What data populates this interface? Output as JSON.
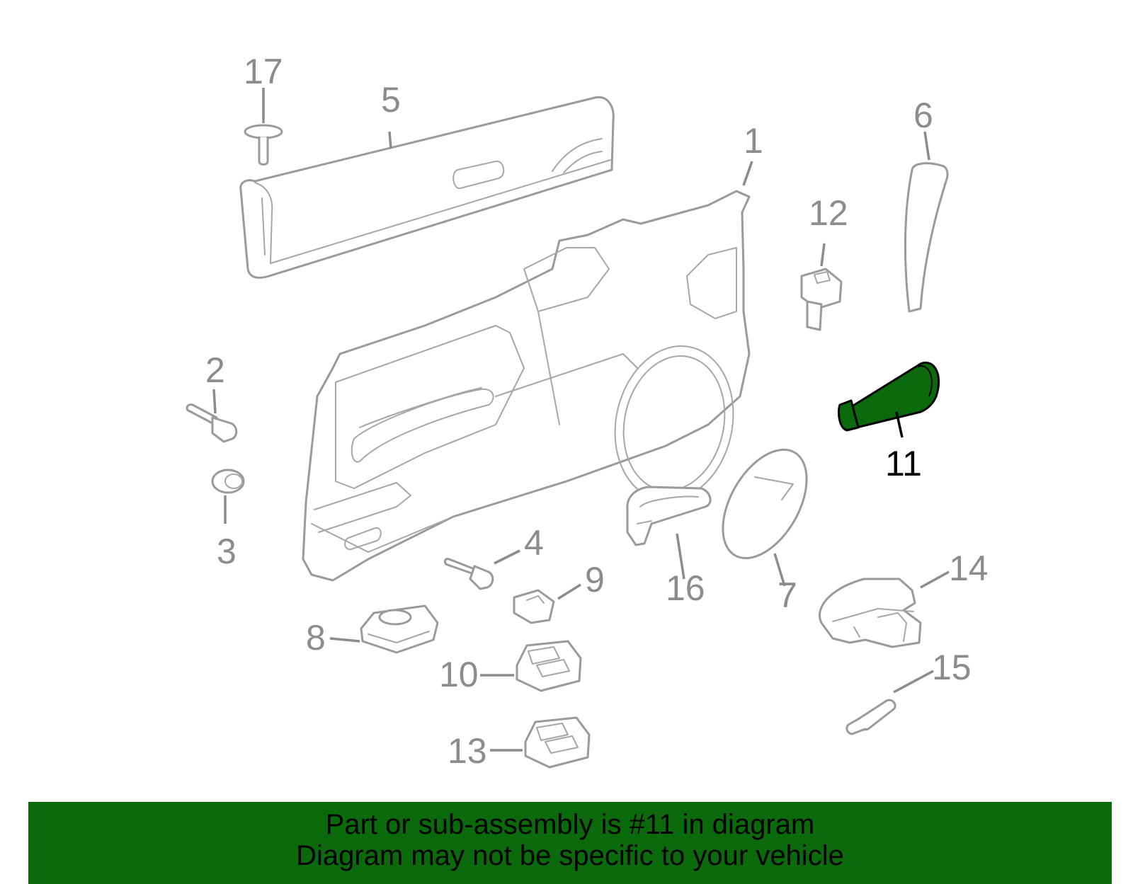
{
  "diagram": {
    "highlight_color": "#0b6a0b",
    "line_color": "#9a9a9a",
    "highlighted_part": "11",
    "callouts": [
      "1",
      "2",
      "3",
      "4",
      "5",
      "6",
      "7",
      "8",
      "9",
      "10",
      "11",
      "12",
      "13",
      "14",
      "15",
      "16",
      "17"
    ]
  },
  "banner": {
    "background": "#0b6a0b",
    "line1": "Part or sub-assembly is #11 in diagram",
    "line2": "Diagram may not be specific to your vehicle"
  }
}
